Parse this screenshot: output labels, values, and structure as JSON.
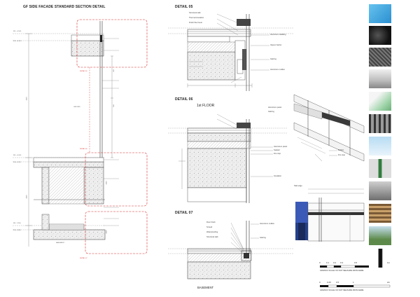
{
  "titles": {
    "main": "GF SIDE FACADE STANDARD SECTION DETAIL",
    "detail05": "DETAIL 05",
    "detail06": "DETAIL 06",
    "detail07": "DETAIL 07",
    "first_floor": "1st FLOOR",
    "basement": "BASEMENT"
  },
  "main_section": {
    "level_marks": [
      "FFL +4.500",
      "FSL +4.310",
      "FFL +0.000",
      "FSL -0.150",
      "FFL -3.500",
      "FSL -3.650"
    ],
    "labels": [
      "DETAIL 05",
      "DETAIL 06",
      "DETAIL 07",
      "BASEMENT",
      "GROUND"
    ],
    "dims": [
      "1500",
      "3000",
      "500",
      "200",
      "3500",
      "4500"
    ]
  },
  "detail05": {
    "notes_left": [
      "Structural slab",
      "Thermal insulation",
      "Finish floor level"
    ],
    "notes_right": [
      "Aluminium cladding",
      "Vapour barrier",
      "Glazing",
      "Aluminium mullion"
    ]
  },
  "detail06": {
    "notes_right": [
      "Aluminium panel",
      "Sealant",
      "Fire stop",
      "Insulation"
    ]
  },
  "detail07": {
    "notes_left": [
      "Floor finish",
      "Screed",
      "Waterproofing",
      "Structural slab"
    ],
    "notes_right": [
      "Aluminium mullion",
      "Glazing"
    ]
  },
  "perspective": {
    "notes": [
      "Aluminium panel",
      "Glazing",
      "Mullion",
      "Fire stop",
      "Slab edge"
    ]
  },
  "scale_bars": [
    {
      "ticks": [
        "0",
        "0.1",
        "0.2",
        "0.3",
        "0.5",
        "1m"
      ],
      "caption": "GRAPHIC SCALE: DO NOT MEASURE FROM HERE"
    },
    {
      "ticks": [
        "0",
        "0.25",
        "0.5",
        "1",
        "2m"
      ],
      "caption": "GRAPHIC SCALE: DO NOT MEASURE FROM HERE"
    }
  ],
  "colors": {
    "accent_red": "#d62c2c",
    "line": "#333333",
    "hatch": "#c9c9c9",
    "swatch_blue": "#3aa2d8"
  },
  "material_icons": [
    "insulation-board",
    "membrane-roll",
    "metal-mesh",
    "interior-photo",
    "glass-panel",
    "steel-truss",
    "glazing-photo",
    "column-detail",
    "construction-site",
    "grid-structure",
    "facade-photo",
    "black-rod"
  ]
}
